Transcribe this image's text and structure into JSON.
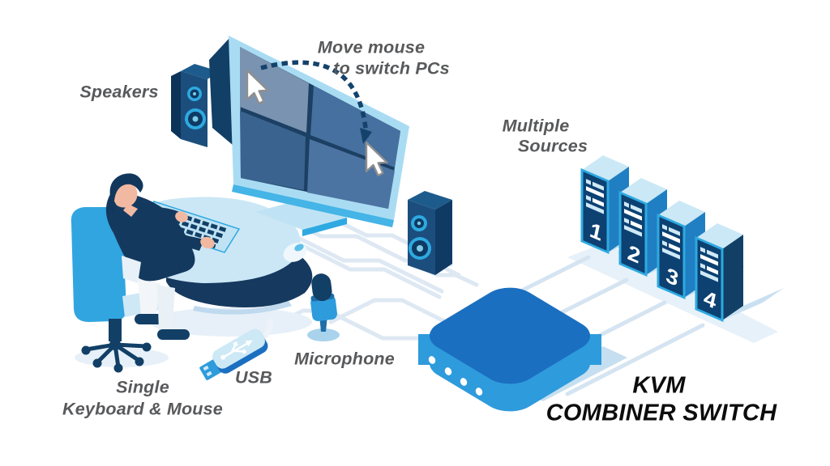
{
  "diagram": {
    "title_implied": "KVM combiner switch diagram",
    "labels": {
      "speakers": "Speakers",
      "move_mouse_1": "Move mouse",
      "move_mouse_2": "to switch PCs",
      "sources_1": "Multiple",
      "sources_2": "Sources",
      "microphone": "Microphone",
      "usb": "USB",
      "keyboard_1": "Single",
      "keyboard_2": "Keyboard & Mouse",
      "kvm_1": "KVM",
      "kvm_2": "COMBINER SWITCH"
    },
    "sources": {
      "items": [
        {
          "number": "1"
        },
        {
          "number": "2"
        },
        {
          "number": "3"
        },
        {
          "number": "4"
        }
      ]
    },
    "colors": {
      "accent_cyan": "#2FA9E1",
      "pale_blue": "#CBE8F6",
      "navy": "#123F66",
      "kvm_top_blue": "#1B6FC0",
      "kvm_side_blue": "#2E9BDC",
      "server_front": "#0C4172",
      "server_side": "#1F7FC2",
      "cable": "#DDE8F3",
      "shadow": "#C6DFF0",
      "label_gray": "#58595B",
      "heading_black": "#0C0C0C",
      "screen_tl": "#7A93B0",
      "screen_tr": "#45709F",
      "screen_bl": "#3A6390",
      "screen_br": "#4C74A2"
    }
  }
}
